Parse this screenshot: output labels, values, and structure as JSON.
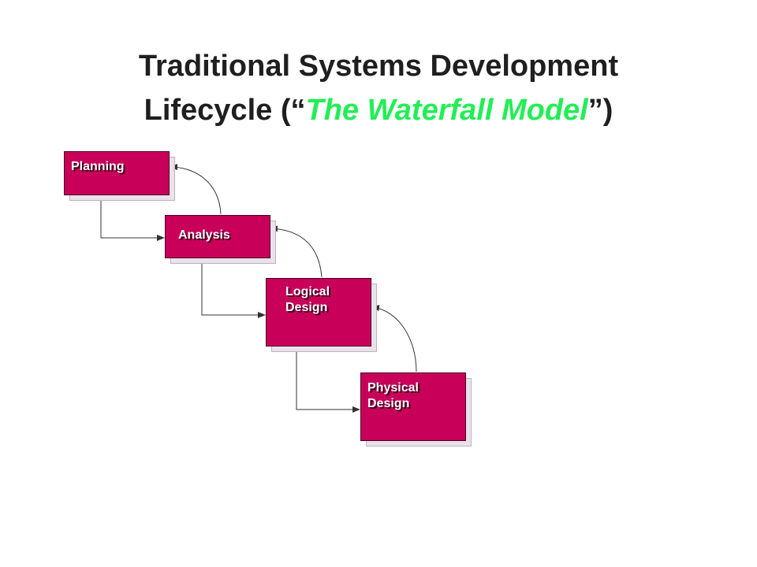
{
  "title": {
    "line1": "Traditional Systems Development",
    "line2_prefix": "Lifecycle (“",
    "line2_highlight": "The Waterfall Model",
    "line2_suffix": "”)"
  },
  "colors": {
    "stage_fill": "#c8005a",
    "highlight": "#22ee55",
    "title_text": "#1f1f1f",
    "connector": "#333333"
  },
  "stages": [
    {
      "label": "Planning"
    },
    {
      "label": "Analysis"
    },
    {
      "label": "Logical\nDesign"
    },
    {
      "label": "Physical\nDesign"
    }
  ]
}
